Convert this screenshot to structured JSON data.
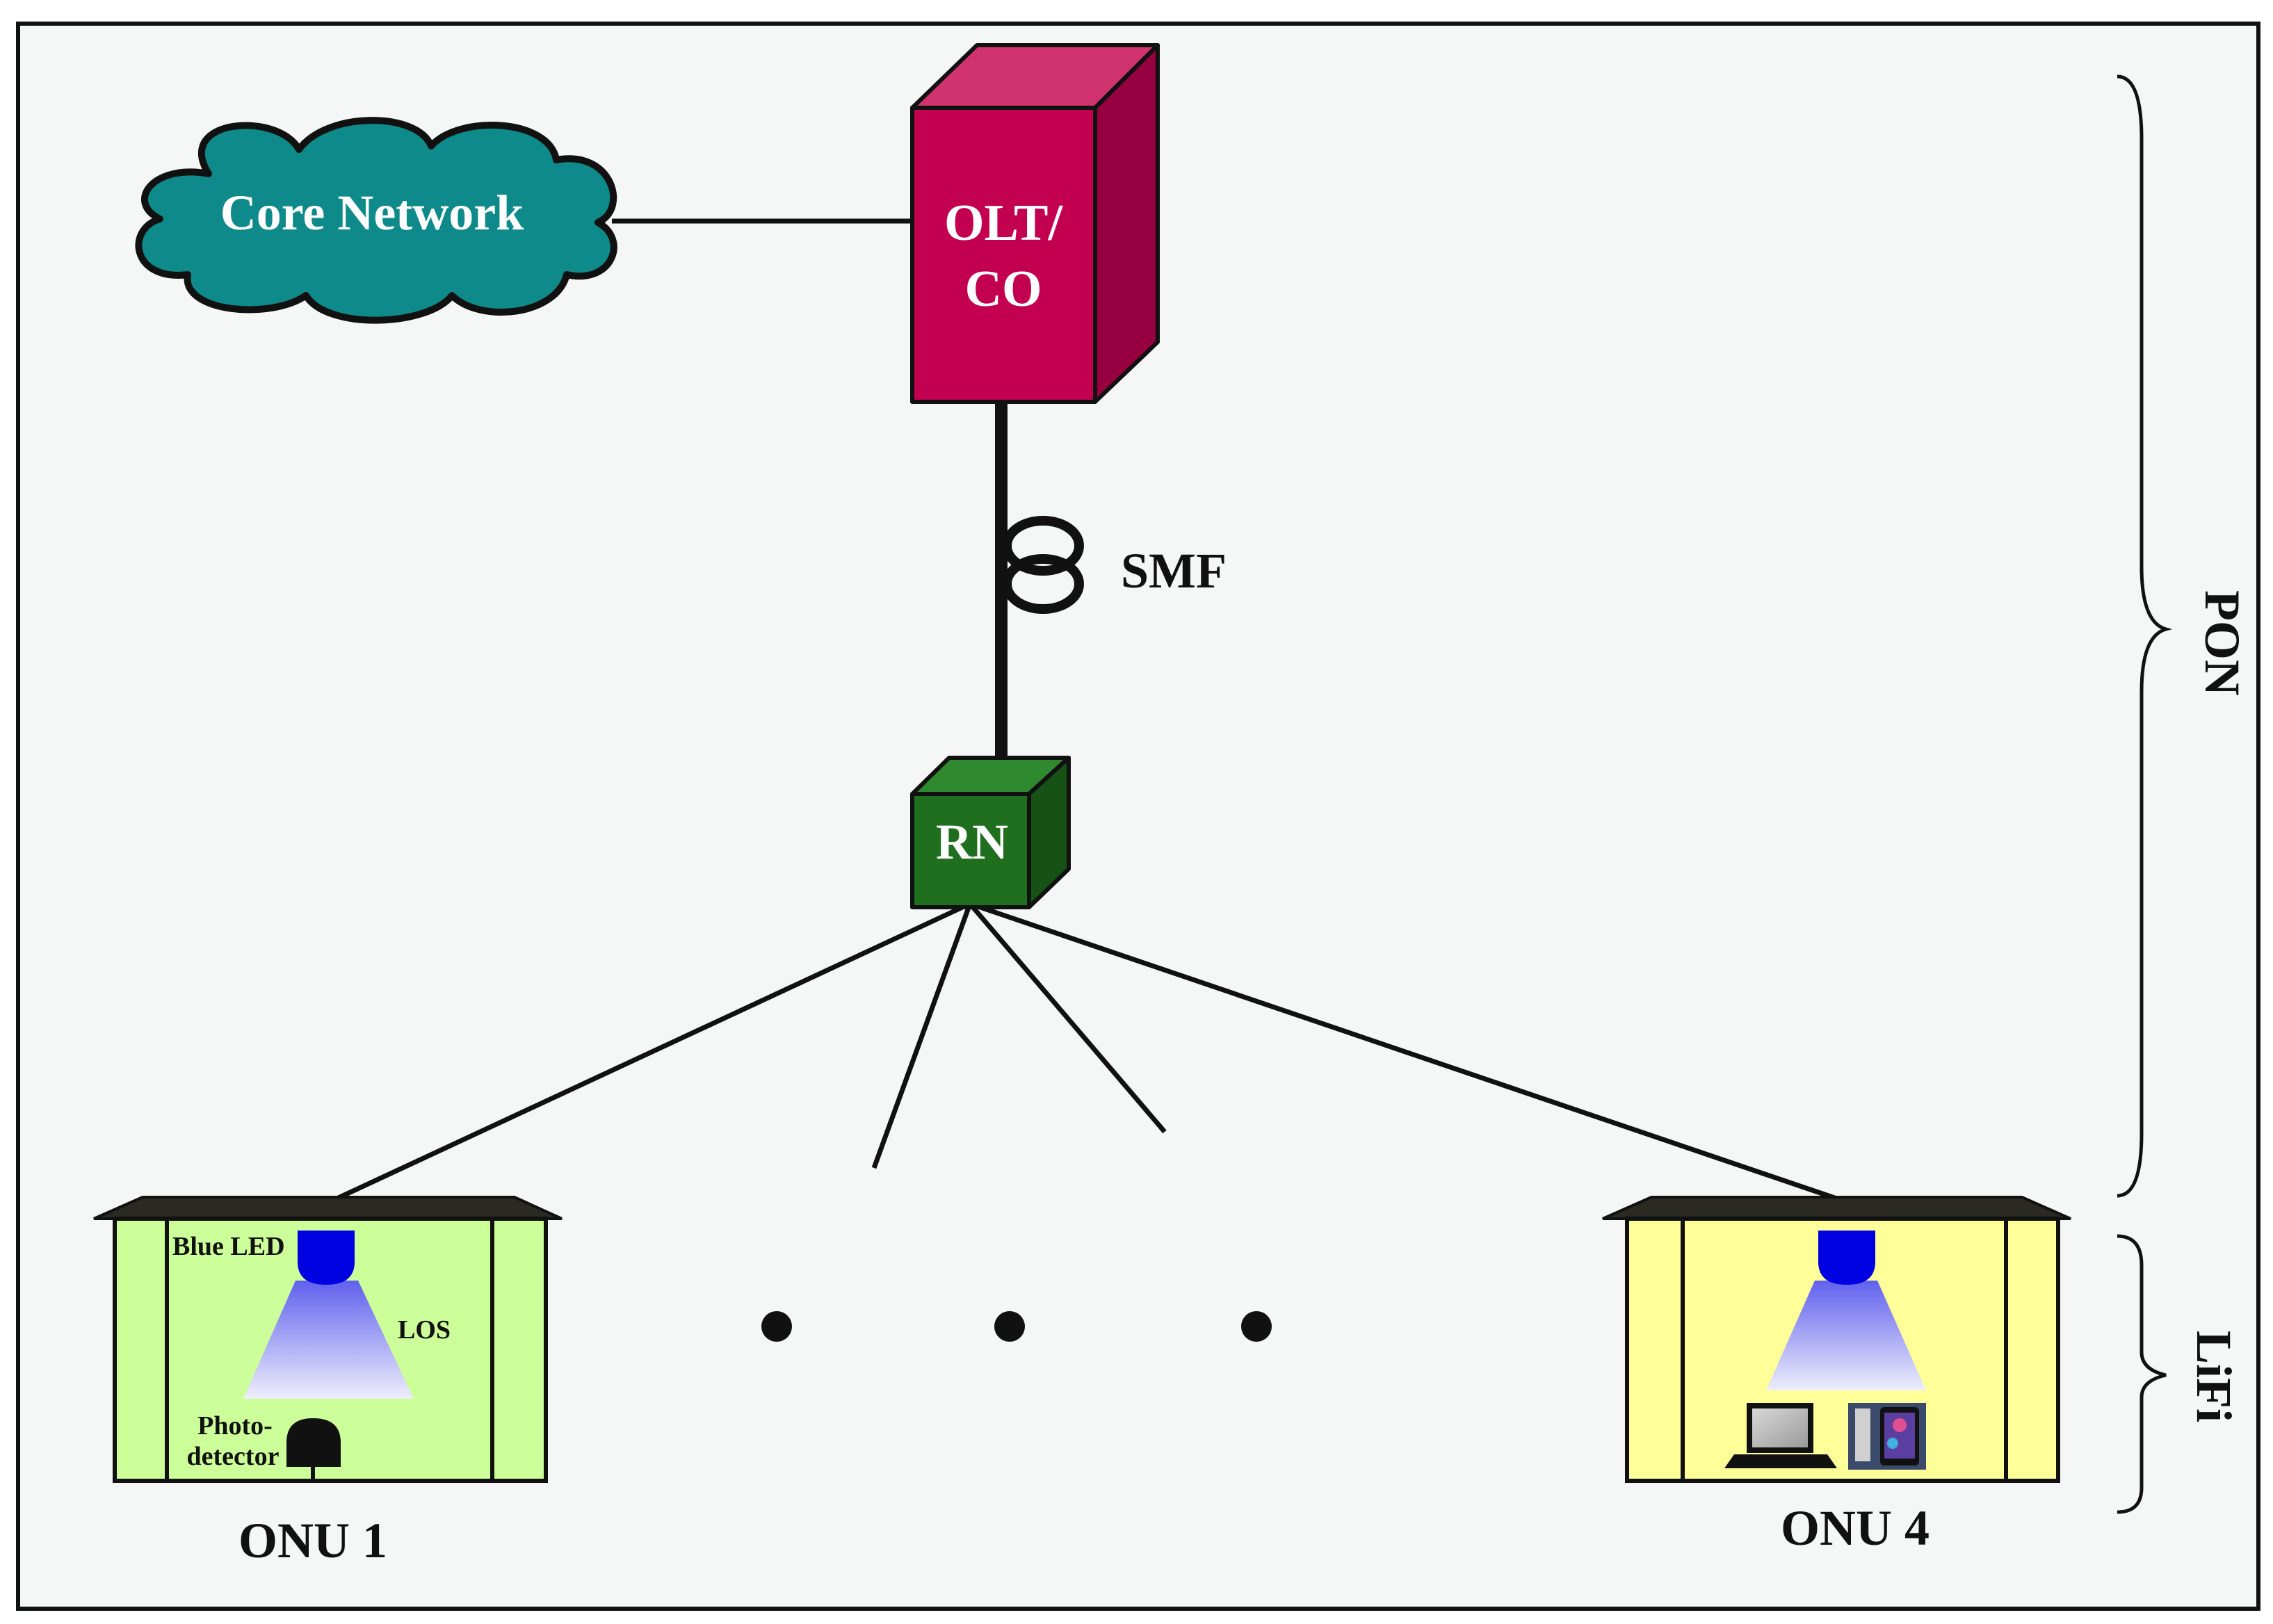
{
  "diagram": {
    "core_network": "Core Network",
    "olt_line1": "OLT/",
    "olt_line2": "CO",
    "smf": "SMF",
    "rn": "RN",
    "pon": "PON",
    "lifi": "LiFi",
    "blue_led": "Blue LED",
    "los": "LOS",
    "photodetector_line1": "Photo-",
    "photodetector_line2": "detector",
    "onu1": "ONU 1",
    "onu4": "ONU 4"
  },
  "colors": {
    "background": "#f5f6f6",
    "cloud": "#0f8a8a",
    "olt_front": "#c3004f",
    "olt_top": "#d1336f",
    "olt_side": "#960040",
    "rn_front": "#1f6f1f",
    "rn_top": "#2f8a2f",
    "rn_side": "#165216",
    "onu1_house": "#ccff99",
    "onu4_house": "#ffff99",
    "led": "#0000e0"
  },
  "icons": [
    "cloud-icon",
    "fiber-coil-icon",
    "laptop-icon",
    "phone-icon"
  ]
}
